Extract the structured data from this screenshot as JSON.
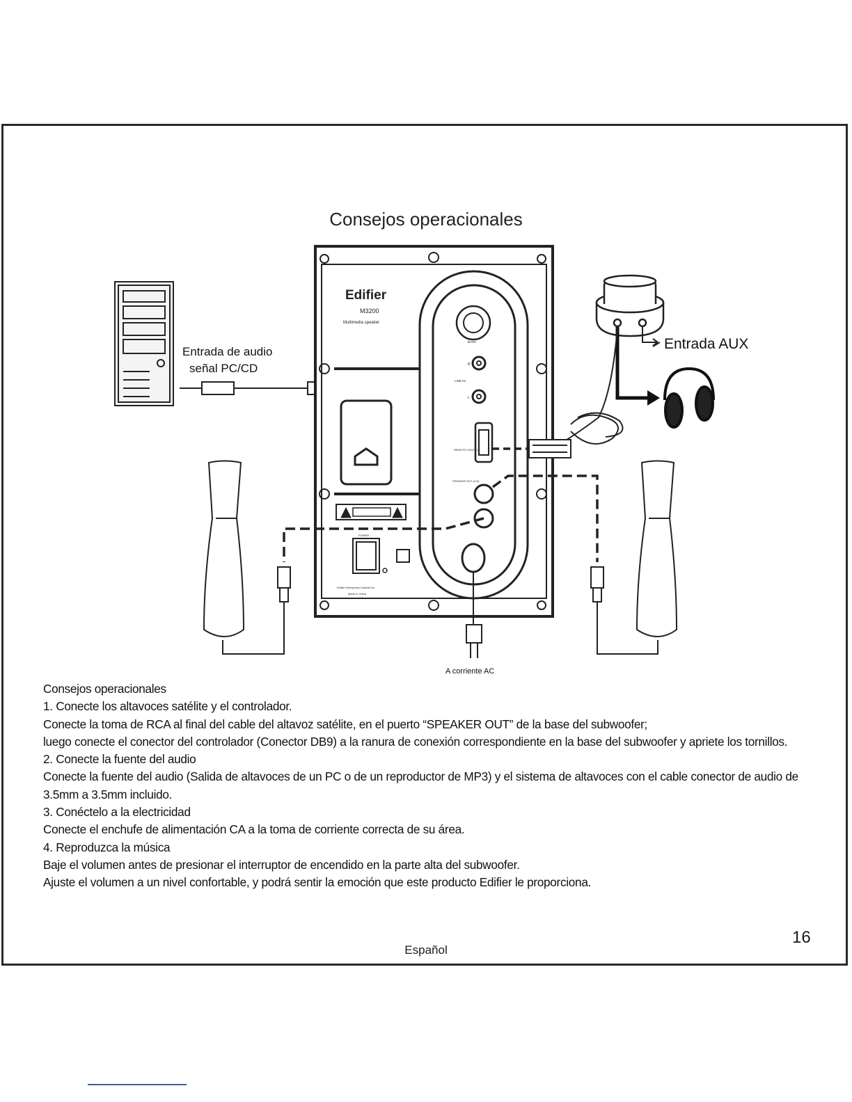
{
  "page": {
    "title": "Consejos operacionales",
    "language": "Español",
    "page_number": "16"
  },
  "diagram": {
    "brand": "Edifier",
    "model": "M3200",
    "model_sub": "Multimedia speaker",
    "bass_label": "BASS",
    "line_in_label": "LINE IN",
    "line_in_r": "R",
    "line_in_l": "L",
    "remote_label": "REMOTE CONTROL",
    "speaker_out_label": "SPEAKER OUT (4 Ω)",
    "power_label": "POWER",
    "company_label": "Edifier Enterprises Canada Inc.",
    "made_in": "Made in China",
    "labels": {
      "audio_input_line1": "Entrada de audio",
      "audio_input_line2": "señal PC/CD",
      "aux_input": "Entrada AUX",
      "ac_power": "A corriente AC"
    }
  },
  "instructions": [
    "Consejos operacionales",
    "1. Conecte los altavoces satélite y el controlador.",
    "Conecte la toma de RCA al final del cable del altavoz satélite, en el puerto “SPEAKER OUT” de la base del subwoofer;",
    "luego conecte el conector del controlador (Conector DB9) a la ranura de conexión correspondiente en la base del subwoofer y apriete los tornillos.",
    "2. Conecte la fuente del audio",
    "Conecte la fuente del audio (Salida de altavoces de un PC o de un reproductor de MP3) y el sistema de altavoces con el cable conector de audio de 3.5mm a 3.5mm incluido.",
    "3. Conéctelo a la electricidad",
    "Conecte el enchufe de alimentación CA a la toma de corriente correcta de su área.",
    "4. Reproduzca la música",
    "Baje el volumen antes de presionar el interruptor de encendido en la parte alta del subwoofer.",
    "Ajuste el volumen a un nivel confortable, y podrá sentir la emoción que este producto Edifier le proporciona."
  ]
}
